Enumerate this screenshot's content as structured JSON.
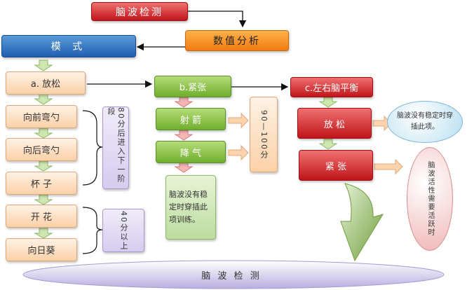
{
  "top": {
    "title": "脑波检测",
    "analysis": "数值分析",
    "mode": "模 式"
  },
  "col_a": {
    "header": "a. 放松",
    "items": [
      "向前弯勺",
      "向后弯勺",
      "杯 子",
      "开 花",
      "向日葵"
    ],
    "note1": "80分后进入下一阶段",
    "note2": "40分以上"
  },
  "col_b": {
    "header": "b.紧张",
    "items": [
      "射 箭",
      "降 气"
    ],
    "range": "90—100分",
    "note": "脑波没有稳定时穿插此项训练。"
  },
  "col_c": {
    "header": "c.左右脑平衡",
    "items": [
      "放 松",
      "紧 张"
    ],
    "note1": "脑波没有稳定时穿插此项。",
    "note2": "脑波活性需要活跃时"
  },
  "bottom": {
    "label": "脑 波 检 测"
  },
  "colors": {
    "red": "#c0151a",
    "orange": "#f07a10",
    "blue": "#1f5fb0",
    "green": "#6fae2c"
  }
}
